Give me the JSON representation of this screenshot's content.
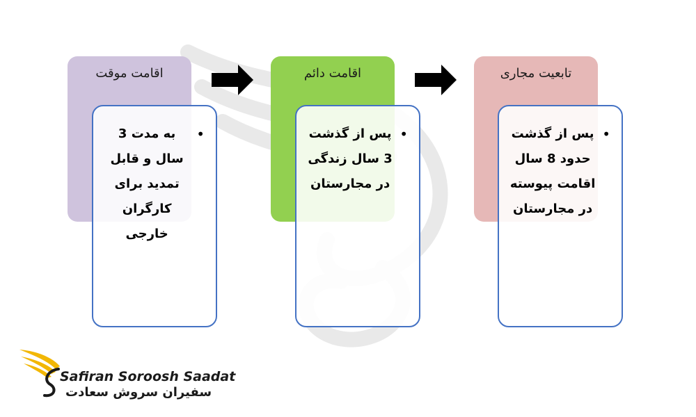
{
  "steps": [
    {
      "title": "اقامت موقت",
      "detail": "به مدت 3 سال و قابل تمدید برای کارگران خارجی",
      "color": "#cfc3dd"
    },
    {
      "title": "اقامت دائم",
      "detail": "پس از گذشت 3 سال زندگی در مجارستان",
      "color": "#92d050"
    },
    {
      "title": "تابعیت مجاری",
      "detail": "پس از گذشت حدود 8 سال اقامت پیوسته در مجارستان",
      "color": "#e6b8b7"
    }
  ],
  "detail_border_color": "#4472c4",
  "logo": {
    "name_en": "Safiran Soroosh Saadat",
    "name_fa": "سفیران سروش سعادت",
    "accent_color": "#f2b705"
  }
}
